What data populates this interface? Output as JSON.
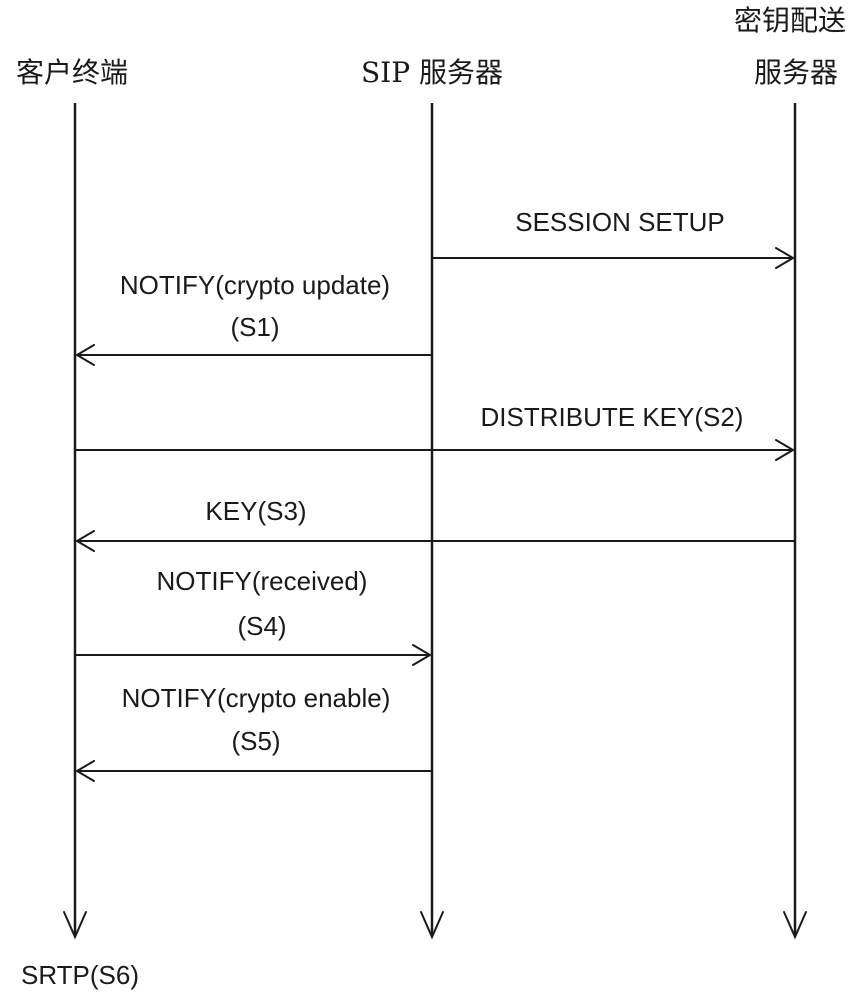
{
  "actors": [
    {
      "id": "client",
      "label_lines": [
        "客户终端"
      ]
    },
    {
      "id": "sip",
      "label_lines": [
        "SIP 服务器"
      ]
    },
    {
      "id": "kds",
      "label_lines": [
        "密钥配送",
        "服务器"
      ]
    }
  ],
  "messages": [
    {
      "id": "session-setup",
      "from": "sip",
      "to": "kds",
      "label_lines": [
        "SESSION SETUP"
      ]
    },
    {
      "id": "s1",
      "from": "sip",
      "to": "client",
      "label_lines": [
        "NOTIFY(crypto update)",
        "(S1)"
      ]
    },
    {
      "id": "s2",
      "from": "client",
      "to": "kds",
      "label_lines": [
        "DISTRIBUTE KEY(S2)"
      ]
    },
    {
      "id": "s3",
      "from": "kds",
      "to": "client",
      "label_lines": [
        "KEY(S3)"
      ]
    },
    {
      "id": "s4",
      "from": "client",
      "to": "sip",
      "label_lines": [
        "NOTIFY(received)",
        "(S4)"
      ]
    },
    {
      "id": "s5",
      "from": "sip",
      "to": "client",
      "label_lines": [
        "NOTIFY(crypto enable)",
        "(S5)"
      ]
    }
  ],
  "final_note": "SRTP(S6)"
}
